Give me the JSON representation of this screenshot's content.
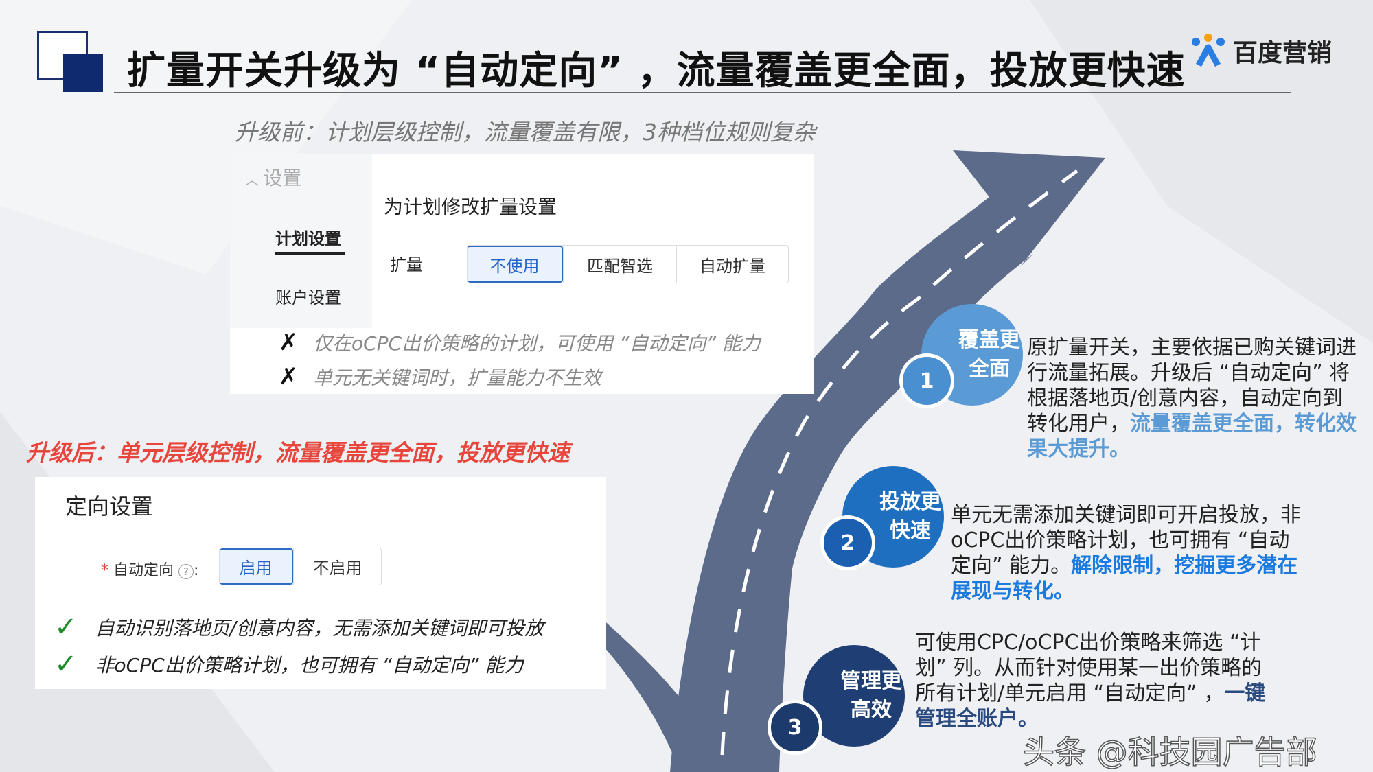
{
  "header": {
    "title": "扩量开关升级为 “自动定向” ，流量覆盖更全面，投放更快速",
    "logo_text": "百度营销"
  },
  "before": {
    "subtitle": "升级前：计划层级控制，流量覆盖有限，3种档位规则复杂",
    "sidebar": {
      "header": "设置",
      "items": [
        "计划设置",
        "账户设置"
      ],
      "active": "计划设置"
    },
    "panel_title": "为计划修改扩量设置",
    "field_label": "扩量",
    "options": [
      "不使用",
      "匹配智选",
      "自动扩量"
    ],
    "selected": "不使用",
    "limits": [
      "仅在oCPC出价策略的计划，可使用 “自动定向” 能力",
      "单元无关键词时，扩量能力不生效"
    ]
  },
  "after": {
    "subtitle": "升级后：单元层级控制，流量覆盖更全面，投放更快速",
    "panel_title": "定向设置",
    "required_mark": "*",
    "field_label": "自动定向",
    "help_icon": "?",
    "colon": ":",
    "options": [
      "启用",
      "不启用"
    ],
    "selected": "启用",
    "benefits": [
      "自动识别落地页/创意内容，无需添加关键词即可投放",
      "非oCPC出价策略计划，也可拥有 “自动定向” 能力"
    ]
  },
  "points": [
    {
      "num": "1",
      "label": "覆盖更全面",
      "label_lines": [
        "覆盖更",
        "全面"
      ],
      "text": "原扩量开关，主要依据已购关键词进行流量拓展。升级后 “自动定向” 将根据落地页/创意内容，自动定向到转化用户，",
      "highlight": "流量覆盖更全面，转化效果大提升。",
      "color": "#5b9bd5",
      "num_color": "#4a8fd0",
      "hl_color": "#5b9bd5"
    },
    {
      "num": "2",
      "label": "投放更快速",
      "label_lines": [
        "投放更",
        "快速"
      ],
      "text": "单元无需添加关键词即可开启投放，非oCPC出价策略计划，也可拥有 “自动定向” 能力。",
      "highlight": "解除限制，挖掘更多潜在展现与转化。",
      "color": "#1f6fc0",
      "num_color": "#1a5fb0",
      "hl_color": "#1a7ae0"
    },
    {
      "num": "3",
      "label": "管理更高效",
      "label_lines": [
        "管理更",
        "高效"
      ],
      "text": "可使用CPC/oCPC出价策略来筛选 “计划” 列。从而针对使用某一出价策略的所有计划/单元启用 “自动定向” ，",
      "highlight": "一键管理全账户。",
      "color": "#1f3f74",
      "num_color": "#1c3a6c",
      "hl_color": "#2a4a80"
    }
  ],
  "watermark": "头条 @科技园广告部",
  "colors": {
    "road": "#5d6b8a",
    "accent_red": "#e8453c",
    "accent_blue": "#2e6bc5"
  }
}
